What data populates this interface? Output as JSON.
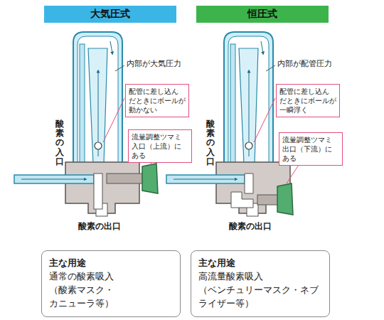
{
  "diagram": {
    "nodes": [
      {
        "text": [
          "大気圧式"
        ]
      },
      {
        "text": [
          "恒圧式"
        ]
      },
      {
        "text": [
          "配管に差し込ん だときにボールが 動かない"
        ]
      },
      {
        "text": [
          "流量調整ツマミ 入口（上流）に ある"
        ]
      },
      {
        "text": [
          "配管に差し込ん だときにボールが 一瞬浮く"
        ]
      },
      {
        "text": [
          "流量調整ツマミ 出口（下流）に ある"
        ]
      },
      {
        "text": [
          "主な用途",
          "通常の酸素吸入 （酸素マスク・カニューラ等）"
        ]
      },
      {
        "text": [
          "主な用途",
          "高流量酸素吸入 （ベンチュリーマスク・ネブ ライザー等）"
        ]
      }
    ],
    "labels": [
      "内部が大気圧力",
      "内部が配管圧力",
      "酸素の入口",
      "酸素の入口",
      "酸素の出口",
      "酸素の出口"
    ]
  }
}
